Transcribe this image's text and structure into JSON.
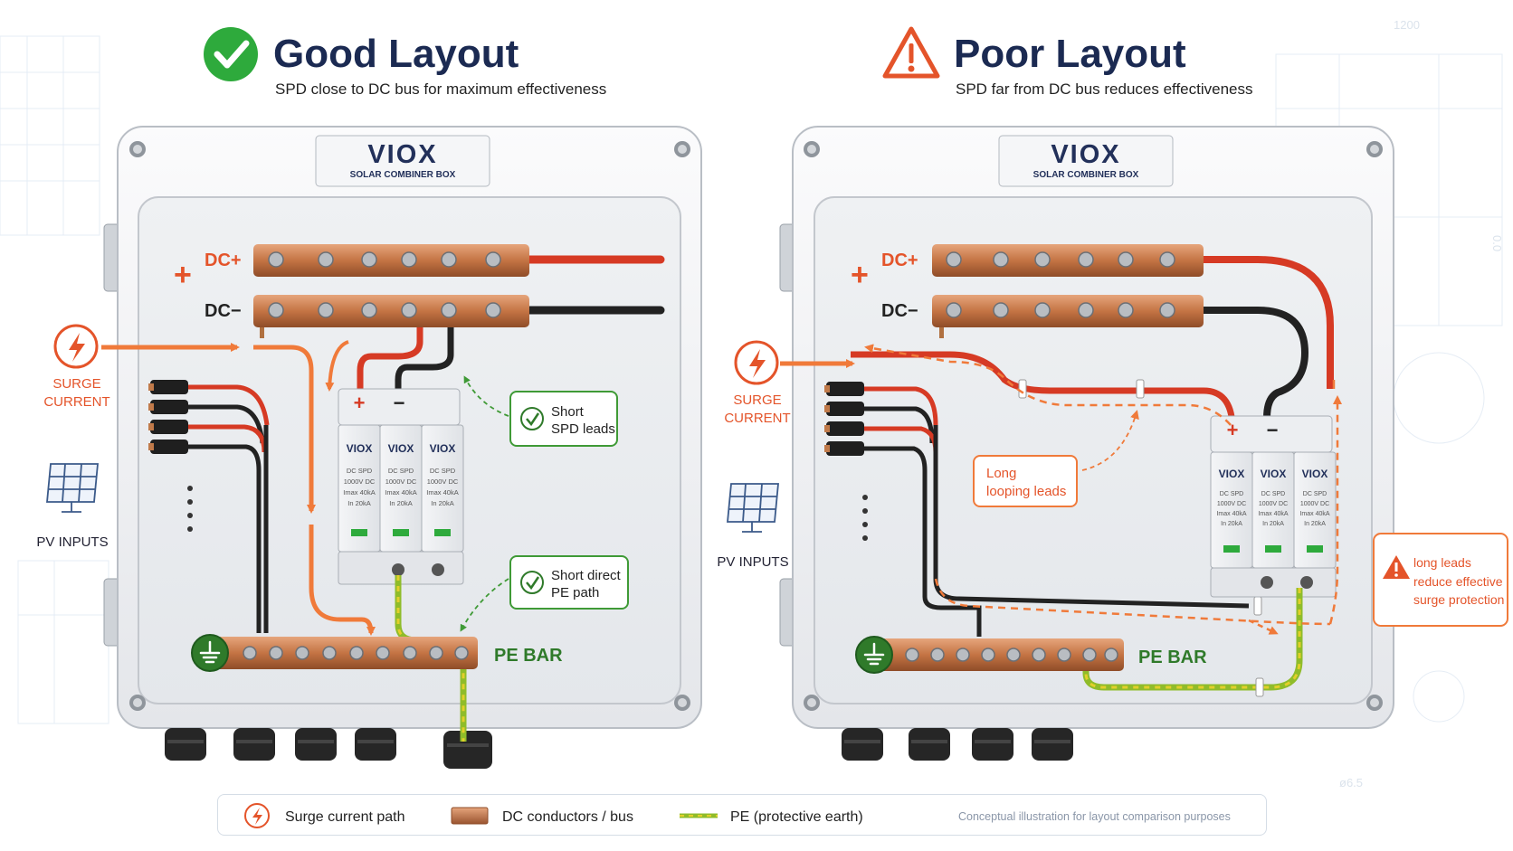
{
  "good": {
    "title": "Good Layout",
    "subtitle": "SPD close to DC bus for maximum effectiveness",
    "brand": "VIOX",
    "brand_sub": "SOLAR COMBINER BOX",
    "dc_plus": "DC+",
    "dc_minus": "DC−",
    "plus_sign": "+",
    "surge_label": [
      "SURGE",
      "CURRENT"
    ],
    "pv_label": "PV INPUTS",
    "pe_label": "PE BAR",
    "callout_1": [
      "Short",
      "SPD leads"
    ],
    "callout_2": [
      "Short direct",
      "PE path"
    ],
    "spd_modules": [
      {
        "brand": "VIOX",
        "lines": [
          "DC SPD",
          "1000V DC",
          "Imax 40kA",
          "In   20kA"
        ]
      },
      {
        "brand": "VIOX",
        "lines": [
          "DC SPD",
          "1000V DC",
          "Imax 40kA",
          "In   20kA"
        ]
      },
      {
        "brand": "VIOX",
        "lines": [
          "DC SPD",
          "1000V DC",
          "Imax 40kA",
          "In   20kA"
        ]
      }
    ],
    "spd_plus": "+",
    "spd_minus": "−"
  },
  "poor": {
    "title": "Poor Layout",
    "subtitle": "SPD far from DC bus reduces effectiveness",
    "brand": "VIOX",
    "brand_sub": "SOLAR COMBINER BOX",
    "dc_plus": "DC+",
    "dc_minus": "DC−",
    "plus_sign": "+",
    "surge_label": [
      "SURGE",
      "CURRENT"
    ],
    "pv_label": "PV INPUTS",
    "pe_label": "PE BAR",
    "callout_1": [
      "Long",
      "looping leads"
    ],
    "callout_2": [
      "long leads",
      "reduce effective",
      "surge protection"
    ],
    "spd_modules": [
      {
        "brand": "VIOX",
        "lines": [
          "DC SPD",
          "1000V DC",
          "Imax 40kA",
          "In   20kA"
        ]
      },
      {
        "brand": "VIOX",
        "lines": [
          "DC SPD",
          "1000V DC",
          "Imax 40kA",
          "In   20kA"
        ]
      },
      {
        "brand": "VIOX",
        "lines": [
          "DC SPD",
          "1000V DC",
          "Imax 40kA",
          "In   20kA"
        ]
      }
    ],
    "spd_plus": "+",
    "spd_minus": "−"
  },
  "legend": {
    "surge": "Surge current path",
    "dc": "DC conductors / bus",
    "pe": "PE (protective earth)",
    "note": "Conceptual illustration for layout comparison purposes"
  },
  "background_marks": [
    "1200",
    "0.0",
    "ø6.5"
  ],
  "colors": {
    "good": "#2eaa3c",
    "warn": "#e4542a",
    "surge": "#f07a3a",
    "copper": "#c97a4e",
    "red_wire": "#d63a24",
    "pe_green": "#8fbc2a",
    "pe_yellow": "#e3cf2a",
    "navy": "#1b2a52",
    "text_green": "#2f7a2a"
  },
  "icons": [
    "check-circle-icon",
    "warning-triangle-icon",
    "lightning-icon",
    "solar-panel-icon",
    "earth-ground-icon",
    "screw-icon"
  ]
}
